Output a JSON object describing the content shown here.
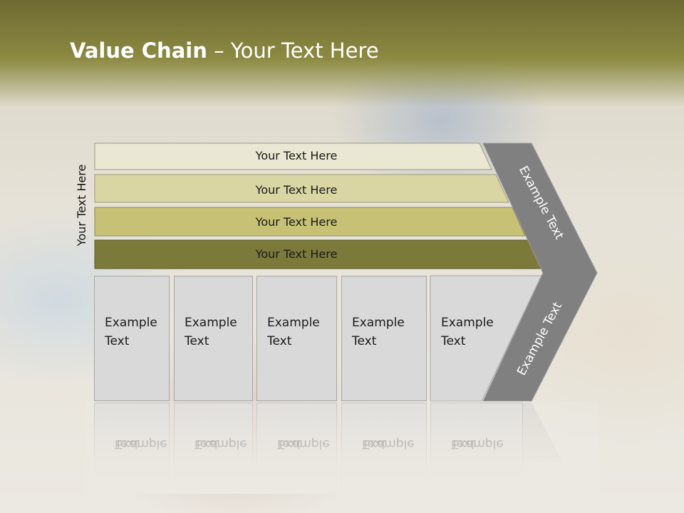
{
  "slide": {
    "title_bold": "Value Chain",
    "title_rest": " – Your Text Here",
    "side_label": "Your Text Here",
    "bars": [
      {
        "label": "Your Text Here",
        "fill": "#eae8d3"
      },
      {
        "label": "Your Text Here",
        "fill": "#dad6a3"
      },
      {
        "label": "Your Text Here",
        "fill": "#c6c174"
      },
      {
        "label": "Your Text Here",
        "fill": "#7b7a3b"
      }
    ],
    "chevron": {
      "upper_label": "Example Text",
      "lower_label": "Example Text",
      "fill": "#808080"
    },
    "cells": [
      {
        "line1": "Example",
        "line2": "Text"
      },
      {
        "line1": "Example",
        "line2": "Text"
      },
      {
        "line1": "Example",
        "line2": "Text"
      },
      {
        "line1": "Example",
        "line2": "Text"
      },
      {
        "line1": "Example",
        "line2": "Text"
      }
    ]
  }
}
